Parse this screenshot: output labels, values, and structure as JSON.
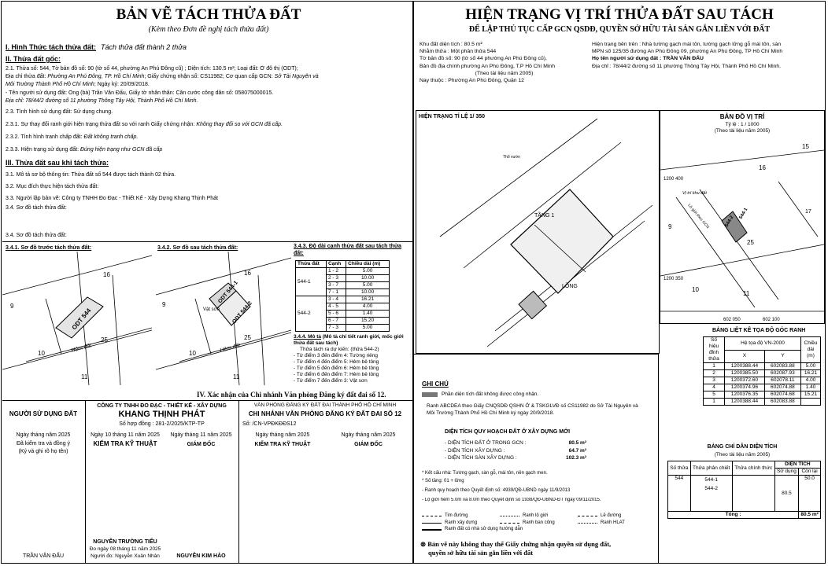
{
  "left": {
    "title": "BẢN VẼ TÁCH THỬA ĐẤT",
    "subtitle": "(Kèm theo Đơn đề nghị tách thửa đất)",
    "s1_head": "I. Hình Thức tách thửa đất:",
    "s1_val": "Tách thửa đất thành 2 thửa",
    "s2_head": "II. Thửa đất gốc:",
    "s2_l1": "2.1. Thửa số: 544, Tờ bản đồ số: 90 (tờ số 44, phường An Phú Đông cũ) ; Diện tích: 130.5 m²; Loại đất: Ở đô thị (ODT);",
    "s2_l2a": " Địa chỉ thửa đất:",
    "s2_l2b": "Phường An Phú Đông, TP. Hồ Chí Minh",
    "s2_l2c": "; Giấy chứng nhận số: CS11982; Cơ quan cấp GCN:",
    "s2_l2d": "Sở Tài Nguyên và",
    "s2_l3a": "Môi Trường Thành Phố Hồ Chí Minh",
    "s2_l3b": "; Ngày ký: 20/09/2018.",
    "s2_l4": " - Tên người sử dụng đất: Ông (bà) Trần Văn Đấu, Giấy tờ nhân thân: Căn cước công dân số: 058075000015.",
    "s2_l5": "Địa chỉ: 78/44/2 đường số 11 phường Thông Tây Hội, Thành Phố Hồ Chí Minh.",
    "s23": "2.3. Tình hình sử dụng đất:  Sử dụng chung.",
    "s231a": "2.3.1. Sự thay đổi ranh giới hiện trạng thửa đất so với ranh Giấy chứng nhận:",
    "s231b": "Không thay đổi so với GCN đã cấp.",
    "s232a": "2.3.2. Tình hình tranh chấp đất:",
    "s232b": "Đất không tranh chấp.",
    "s233a": "2.3.3. Hiện trạng sử dụng đất:",
    "s233b": "Đúng hiện trạng như GCN đã cấp",
    "s3_head": "III. Thửa đất sau khi tách thửa:",
    "s31": "3.1. Mô tả sơ bộ thông tin:  Thửa đất số 544 được tách thành 02 thửa.",
    "s32": "3.2. Mục đích thực hiện tách thửa đất:",
    "s33": "3.3. Người lập bản vẽ:  Công ty TNHH Đo Đạc - Thiết Kế - Xây Dựng Khang Thịnh Phát",
    "s34": "3.4. Sơ đồ tách thửa đất:",
    "s34b": "3.4. Sơ đồ tách thửa đất:",
    "s341": "3.4.1. Sơ đồ trước tách thửa đất:",
    "s342": "3.4.2. Sơ đồ sau tách thửa đất:",
    "s343": "3.4.3. Độ dài cạnh thửa đất sau tách thửa đất:",
    "s344_a": "3.4.4. Mô tả",
    "s344_b": "(Mô tả chi tiết ranh giới, mốc giới thửa đất sau tách)",
    "s344_c": "Thửa tách ra dự kiến: (thửa 544-2)",
    "s344_items": [
      "- Từ điểm 3 đến điểm 4: Tường riêng",
      "- Từ điểm 4 đến điểm 5: Hẻm bê tông",
      "- Từ điểm 5 đến điểm 6: Hẻm bê tông",
      "- Từ điểm 6 đến điểm 7: Hẻm bê tông",
      "- Từ điểm 7 đến điểm 3: Vật sơn"
    ],
    "edge_headers": [
      "Thửa đất",
      "Cạnh",
      "Chiều dài (m)"
    ],
    "edges_1": {
      "parcel": "544-1",
      "rows": [
        [
          "1 - 2",
          "5.00"
        ],
        [
          "2 - 3",
          "10.00"
        ],
        [
          "3 - 7",
          "5.00"
        ],
        [
          "7 - 1",
          "10.00"
        ]
      ]
    },
    "edges_2": {
      "parcel": "544-2",
      "rows": [
        [
          "3 - 4",
          "16.21"
        ],
        [
          "4 - 5",
          "4.00"
        ],
        [
          "5 - 6",
          "1.40"
        ],
        [
          "6 - 7",
          "15.20"
        ],
        [
          "7 - 3",
          "5.00"
        ]
      ]
    },
    "iv": "IV. Xác nhận của Chi nhánh Văn phòng Đăng ký đất đai số 12."
  },
  "maps_left": {
    "m1": {
      "n16": "16",
      "n9": "9",
      "n10": "10",
      "n25": "25",
      "n11": "11",
      "hem": "Hẻm đất",
      "parcel": "ODT 544"
    },
    "m2": {
      "n16": "16",
      "n9": "9",
      "n10": "10",
      "n25": "25",
      "n11": "11",
      "hem": "Hẻm đất",
      "p1": "ODT 544-1",
      "p2": "ODT 544-2",
      "vs": "Vật sơn"
    }
  },
  "sign": {
    "c1_title": "NGƯỜI SỬ DỤNG ĐẤT",
    "c1_date": "Ngày       tháng       năm 2025",
    "c1_n1": "Đã kiểm tra và đồng ý",
    "c1_n2": "(Ký và ghi rõ họ tên)",
    "c1_name": "TRẦN VĂN ĐẤU",
    "c2_org1": "CÔNG TY TNHH ĐO ĐẠC - THIẾT KẾ - XÂY DỰNG",
    "c2_org2": "KHANG THỊNH PHÁT",
    "c2_contract": "Số hợp đồng : 281-2/2025/KTP-TP",
    "c2_date1": "Ngày  10  tháng 11  năm 2025",
    "c2_role1": "KIỂM TRA KỸ THUẬT",
    "c2_date2": "Ngày       tháng 11 năm 2025",
    "c2_role2": "GIÁM ĐỐC",
    "c2_name1": "NGUYỄN TRƯỜNG TIỂU",
    "c2_measured": "Đo ngày 08 tháng 11 năm 2025",
    "c2_drawn": "Người đo: Nguyễn Xuân Nhân",
    "c2_name2": "NGUYỄN KIM HẢO",
    "c3_org1": "VĂN PHÒNG ĐĂNG KÝ ĐẤT ĐAI THÀNH PHỐ HỒ CHÍ MINH",
    "c3_org2": "CHI NHÁNH VĂN PHÒNG ĐĂNG KÝ ĐẤT ĐAI SỐ 12",
    "c3_num": "Số:                                       /CN-VPĐKĐĐS12",
    "c3_date1": "Ngày       tháng       năm 2025",
    "c3_role1": "KIỂM TRA KỸ THUẬT",
    "c3_date2": "Ngày       tháng       năm 2025",
    "c3_role2": "GIÁM ĐỐC"
  },
  "right": {
    "title": "HIỆN TRẠNG VỊ TRÍ THỬA ĐẤT SAU TÁCH",
    "subtitle": "ĐỂ LẬP THỦ TỤC CẤP GCN QSDĐ, QUYỀN SỞ HỮU TÀI SẢN GẮN LIỀN VỚI ĐẤT",
    "info_l": [
      "Khu đất diện tích :       80.5 m²",
      "Nhằm thửa :  Một phần thửa 544",
      "Tờ bản đồ số:  90 (tờ số 44 phường An Phú Đông cũ),",
      "Bản đồ địa chính phường An Phú Đông, T.P Hồ Chí Minh",
      "(Theo tài liệu năm 2005)",
      "Nay thuộc :         Phường An Phú Đông, Quận 12"
    ],
    "info_r": [
      "Hiện trạng bên trên :  Nhà tường gạch mái tôn, tường gạch lửng gỗ mái tôn, sàn",
      "MPN số 125/35 đường An Phú Đông 09, phường An Phú Đông, TP Hồ Chí Minh",
      "Họ tên người sử dụng đất :   TRẦN VĂN ĐẤU",
      "Địa chỉ : 78/44/2 đường số 11 phường Thông Tây Hội, Thành Phố Hồ Chí Minh."
    ],
    "map1_title": "HIỆN TRẠNG TỈ LỆ 1/ 350",
    "map1_labels": {
      "tang": "TẦNG 1",
      "long": "LỒNG",
      "thoxuong": "Thổ vườn"
    },
    "map2_title": "BẢN ĐỒ VỊ TRÍ",
    "map2_scale": "Tỷ lệ  :   1 / 1000",
    "map2_note": "(Theo tài liệu năm 2005)",
    "map2_labels": {
      "n15": "15",
      "n16": "16",
      "n9": "9",
      "n25": "25",
      "n10": "10",
      "n11": "11",
      "n17": "17",
      "g1200_400": "1200\n400",
      "g1200_350": "1200\n350",
      "g602050": "602 050",
      "g602100": "602 100",
      "vtkd": "Vị trí khu đất",
      "lg": "Lô giới theo GCN",
      "p1": "544-1",
      "p2": "544-2"
    },
    "coord_title": "BẢNG LIỆT KÊ TỌA ĐỘ GÓC RANH",
    "coord_headers": [
      "Số hiệu đỉnh thửa",
      "Hệ tọa độ VN-2000",
      "Chiều dài (m)",
      "X",
      "Y"
    ],
    "coords": [
      [
        "1",
        "1200388.44",
        "602083.88",
        "5.00"
      ],
      [
        "2",
        "1200385.50",
        "602087.93",
        "16.21"
      ],
      [
        "3",
        "1200372.60",
        "602078.11",
        "4.00"
      ],
      [
        "4",
        "1200374.96",
        "602074.88",
        "1.40"
      ],
      [
        "5",
        "1200376.35",
        "602074.68",
        "15.21"
      ],
      [
        "1",
        "1200388.44",
        "602083.88",
        ""
      ]
    ],
    "notes_title": "GHI CHÚ",
    "notes_1": "Phần diện tích đất không được công nhận.",
    "notes_2": "Ranh ABCDEA theo Giấy CNQSDĐ QSHN Ở & TSKGLVĐ số CS11982 do Sở Tài Nguyên và",
    "notes_3": "Môi Trường Thành Phố Hồ Chí Minh ký ngày 20/9/2018.",
    "area_title": "DIỆN TÍCH QUY HOẠCH ĐẤT Ở XÂY DỰNG MỚI",
    "area_rows": [
      [
        "- DIỆN TÍCH ĐẤT Ở TRONG GCN :",
        "80.5 m²"
      ],
      [
        "- DIỆN TÍCH XÂY DỰNG :",
        "64.7 m²"
      ],
      [
        "- DIỆN TÍCH SÀN XÂY DỰNG :",
        "102.3 m²"
      ]
    ],
    "kc": "* Kết cấu nhà: Tường gạch, sàn gỗ, mái tôn, nền gạch men.",
    "st": "* Số tầng: 01 + lửng",
    "qh1": "- Ranh quy hoạch theo Quyết định số: 4939/QĐ-UBND ngày 11/9/2013",
    "qh2": "- Lộ giới hẻm 5.0m và 8.0m theo Quyết định số 1938/QĐ-UBND-ĐT ngày 09/11/2015.",
    "legend": [
      [
        "Tim đường",
        "Ranh lộ giới",
        "Lề đường"
      ],
      [
        "Ranh xây dựng",
        "Ranh ban công",
        "Ranh HLAT"
      ],
      [
        "Ranh đất có nhà sử dụng hướng dẫn",
        ""
      ]
    ],
    "foot1": "Bản vẽ này không thay thế Giấy chứng nhận quyền sử dụng đất,",
    "foot2": "quyền sở hữu tài sản gắn liền với đất",
    "area_table_title": "BẢNG CHỈ DẪN DIỆN TÍCH",
    "area_table_note": "(Theo tài liệu năm 2005)",
    "at_headers": [
      "Số thửa",
      "Thửa phân chiết",
      "Thửa chính thức",
      "DIỆN TÍCH",
      "Sử dụng",
      "Còn lại"
    ],
    "at_rows": [
      [
        "544",
        "544-1",
        "",
        "",
        "50.0"
      ],
      [
        "",
        "544-2",
        "",
        "80.5",
        ""
      ]
    ],
    "at_total_label": "Tổng :",
    "at_total": "80.5 m²"
  },
  "colors": {
    "ink": "#000000",
    "hatch": "#777777",
    "paper": "#ffffff"
  }
}
